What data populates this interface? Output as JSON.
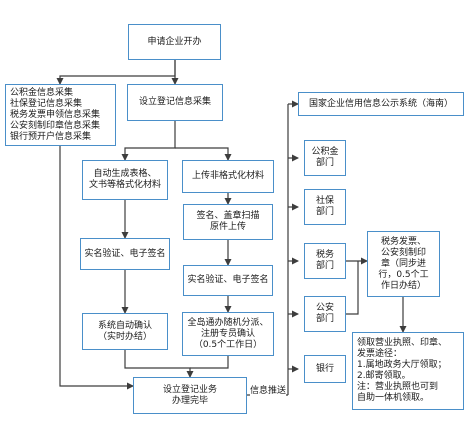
{
  "nodes": {
    "apply": "申请企业开办",
    "collect_list": "公积金信息采集\n社保登记信息采集\n税务发票申领信息采集\n公安刻制印章信息采集\n银行预开户信息采集",
    "setup_collect": "设立登记信息采集",
    "auto_gen": "自动生成表格、\n文书等格式化材料",
    "upload": "上传非格式化材料",
    "sign_scan": "签名、盖章扫描\n原件上传",
    "realname_left": "实名验证、电子签名",
    "realname_right": "实名验证、电子签名",
    "auto_confirm": "系统自动确认\n（实时办结）",
    "dispatch": "全岛通办随机分派、\n注册专员确认\n（0.5个工作日）",
    "setup_done": "设立登记业务\n办理完毕",
    "gsxt": "国家企业信用信息公示系统（海南）",
    "gjj": "公积金\n部门",
    "shebao": "社保\n部门",
    "tax": "税务\n部门",
    "police": "公安\n部门",
    "bank": "银行",
    "tax_seal": "税务发票、\n公安刻制印\n章（同步进\n行，0.5个工\n作日办结）",
    "collect_info": "领取营业执照、印章、\n发票途径：\n1.属地政务大厅领取；\n2.邮寄领取。\n注：营业执照也可到\n自助一体机领取。"
  },
  "labels": {
    "info_push": "信息推送"
  },
  "colors": {
    "box_border": "#4a8fc9",
    "line": "#3d3d3d"
  }
}
